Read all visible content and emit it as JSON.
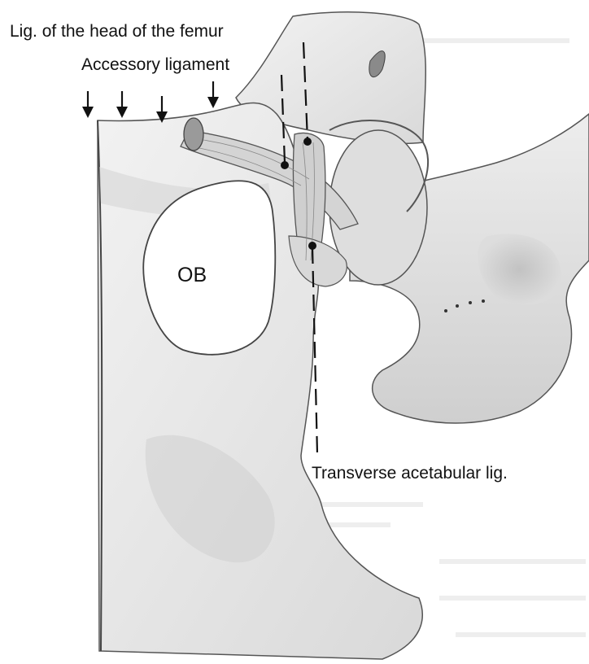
{
  "labels": {
    "lig_head_femur": "Lig. of the head of the femur",
    "accessory_ligament": "Accessory ligament",
    "ob": "OB",
    "transverse_acetabular": "Transverse acetabular lig."
  },
  "colors": {
    "bone": "#e9e9e9",
    "bone_shadow": "#c9c9c9",
    "ligament": "#d6d6d6",
    "ink": "#111111",
    "background": "#ffffff"
  }
}
